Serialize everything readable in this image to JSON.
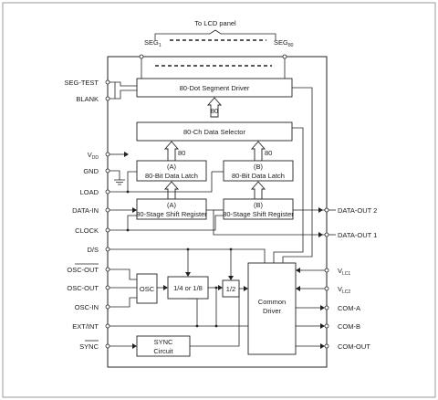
{
  "header": {
    "title": "To LCD panel",
    "seg_first": "SEG",
    "seg_first_sub": "1",
    "seg_last": "SEG",
    "seg_last_sub": "80"
  },
  "blocks": {
    "segment_driver": "80-Dot Segment Driver",
    "data_selector": "80-Ch Data Selector",
    "latch_a_tag": "(A)",
    "latch_a": "80-Bit Data Latch",
    "latch_b_tag": "(B)",
    "latch_b": "80-Bit Data Latch",
    "shift_a_tag": "(A)",
    "shift_a": "80-Stage Shift Register",
    "shift_b_tag": "(B)",
    "shift_b": "80-Stage Shift Register",
    "osc": "OSC",
    "divider": "1/4 or 1/8",
    "half": "1/2",
    "common_driver_line1": "Common",
    "common_driver_line2": "Driver",
    "sync_line1": "SYNC",
    "sync_line2": "Circuit"
  },
  "buses": {
    "to_driver": "80",
    "to_selector_a": "80",
    "to_selector_b": "80"
  },
  "pins_left": {
    "seg_test": "SEG-TEST",
    "blank": "BLANK",
    "vdd": "V",
    "vdd_sub": "DD",
    "gnd": "GND",
    "load": "LOAD",
    "data_in": "DATA-IN",
    "clock": "CLOCK",
    "ds": "D/S",
    "osc_out_bar": "OSC-OUT",
    "osc_out": "OSC-OUT",
    "osc_in": "OSC-IN",
    "ext_int": "EXT/INT",
    "sync": "SYNC"
  },
  "pins_right": {
    "data_out_2": "DATA-OUT 2",
    "data_out_1": "DATA-OUT 1",
    "vlc1": "V",
    "vlc1_sub": "LC1",
    "vlc2": "V",
    "vlc2_sub": "LC2",
    "com_a": "COM-A",
    "com_b": "COM-B",
    "com_out": "COM-OUT"
  }
}
